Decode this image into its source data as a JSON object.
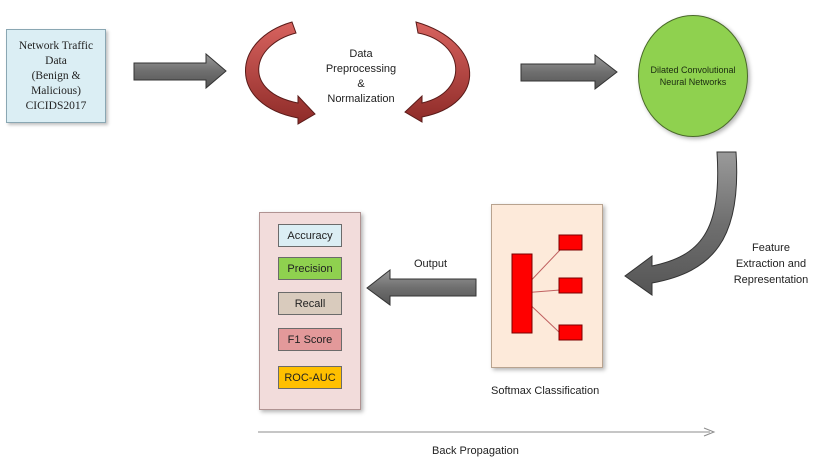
{
  "source": {
    "lines": [
      "Network Traffic Data",
      "(Benign & Malicious)",
      "CICIDS2017"
    ]
  },
  "preprocessing": {
    "lines": [
      "Data",
      "Preprocessing",
      "&",
      "Normalization"
    ]
  },
  "model": {
    "label": "Dilated Convolutional Neural Networks"
  },
  "feature": {
    "lines": [
      "Feature",
      "Extraction and",
      "Representation"
    ]
  },
  "softmax": {
    "label": "Softmax Classification"
  },
  "output": {
    "label": "Output"
  },
  "metrics": [
    {
      "label": "Accuracy",
      "color": "#dbeef4"
    },
    {
      "label": "Precision",
      "color": "#8fd14f"
    },
    {
      "label": "Recall",
      "color": "#d9cbbd"
    },
    {
      "label": "F1 Score",
      "color": "#e3999a"
    },
    {
      "label": "ROC-AUC",
      "color": "#ffc000"
    }
  ],
  "backprop": {
    "label": "Back Propagation"
  },
  "colors": {
    "arrow_gray": "#7f7f7f",
    "cycle_red": "#c0504d",
    "node_red": "#ff0000"
  }
}
